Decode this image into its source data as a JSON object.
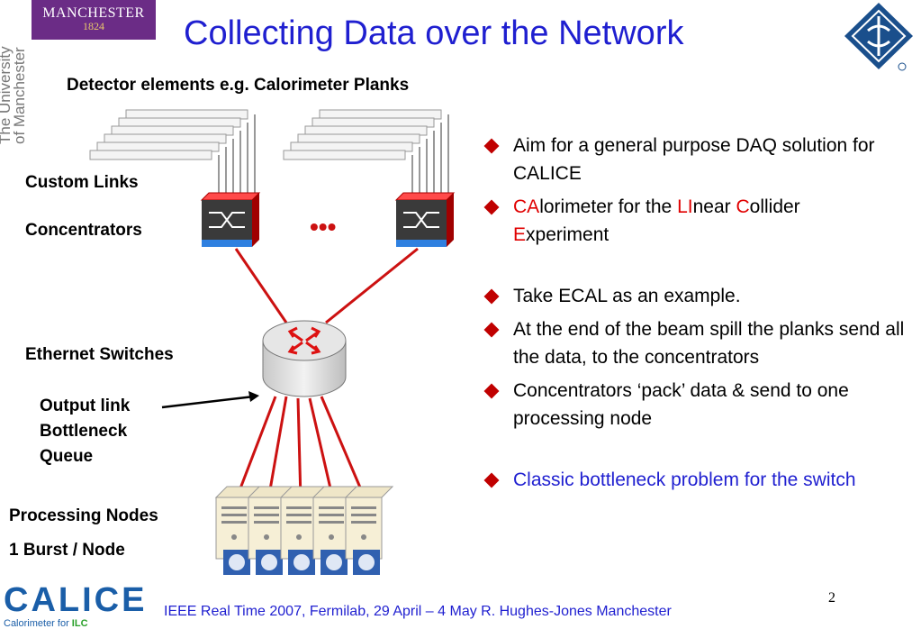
{
  "title": "Collecting Data over the Network",
  "logo_manchester": {
    "line1": "MANCHESTER",
    "line2": "1824"
  },
  "university_vertical": {
    "line1": "The University",
    "line2": "of Manchester"
  },
  "diagram": {
    "detector_label": "Detector elements e.g. Calorimeter Planks",
    "custom_links": "Custom Links",
    "concentrators": "Concentrators",
    "ellipsis": "•••",
    "ethernet_switches": "Ethernet Switches",
    "output_link": "Output link",
    "bottleneck": "Bottleneck",
    "queue": "Queue",
    "processing_nodes": "Processing Nodes",
    "burst_per_node": "1 Burst / Node"
  },
  "bullets": {
    "b1": "Aim for a general purpose DAQ solution  for CALICE",
    "b2": {
      "p1": "CA",
      "p2": "lorimeter for the ",
      "p3": "LI",
      "p4": "near ",
      "p5": "C",
      "p6": "ollider ",
      "p7": "E",
      "p8": "xperiment"
    },
    "b3": "Take ECAL as an example.",
    "b4": "At the end of the beam spill the planks send all the data, to the concentrators",
    "b5": "Concentrators ‘pack’ data & send to one processing node",
    "b6": "Classic bottleneck problem for the switch"
  },
  "footer": "IEEE Real Time 2007, Fermilab, 29 April – 4 May  R. Hughes-Jones  Manchester",
  "page_number": "2",
  "calice_logo": {
    "word": "CALICE",
    "sub_prefix": "Calorimeter for ",
    "sub_ilc": "ILC"
  },
  "colors": {
    "title_blue": "#1f1fd0",
    "bullet_red": "#c00000",
    "link_red": "#cc1111"
  }
}
